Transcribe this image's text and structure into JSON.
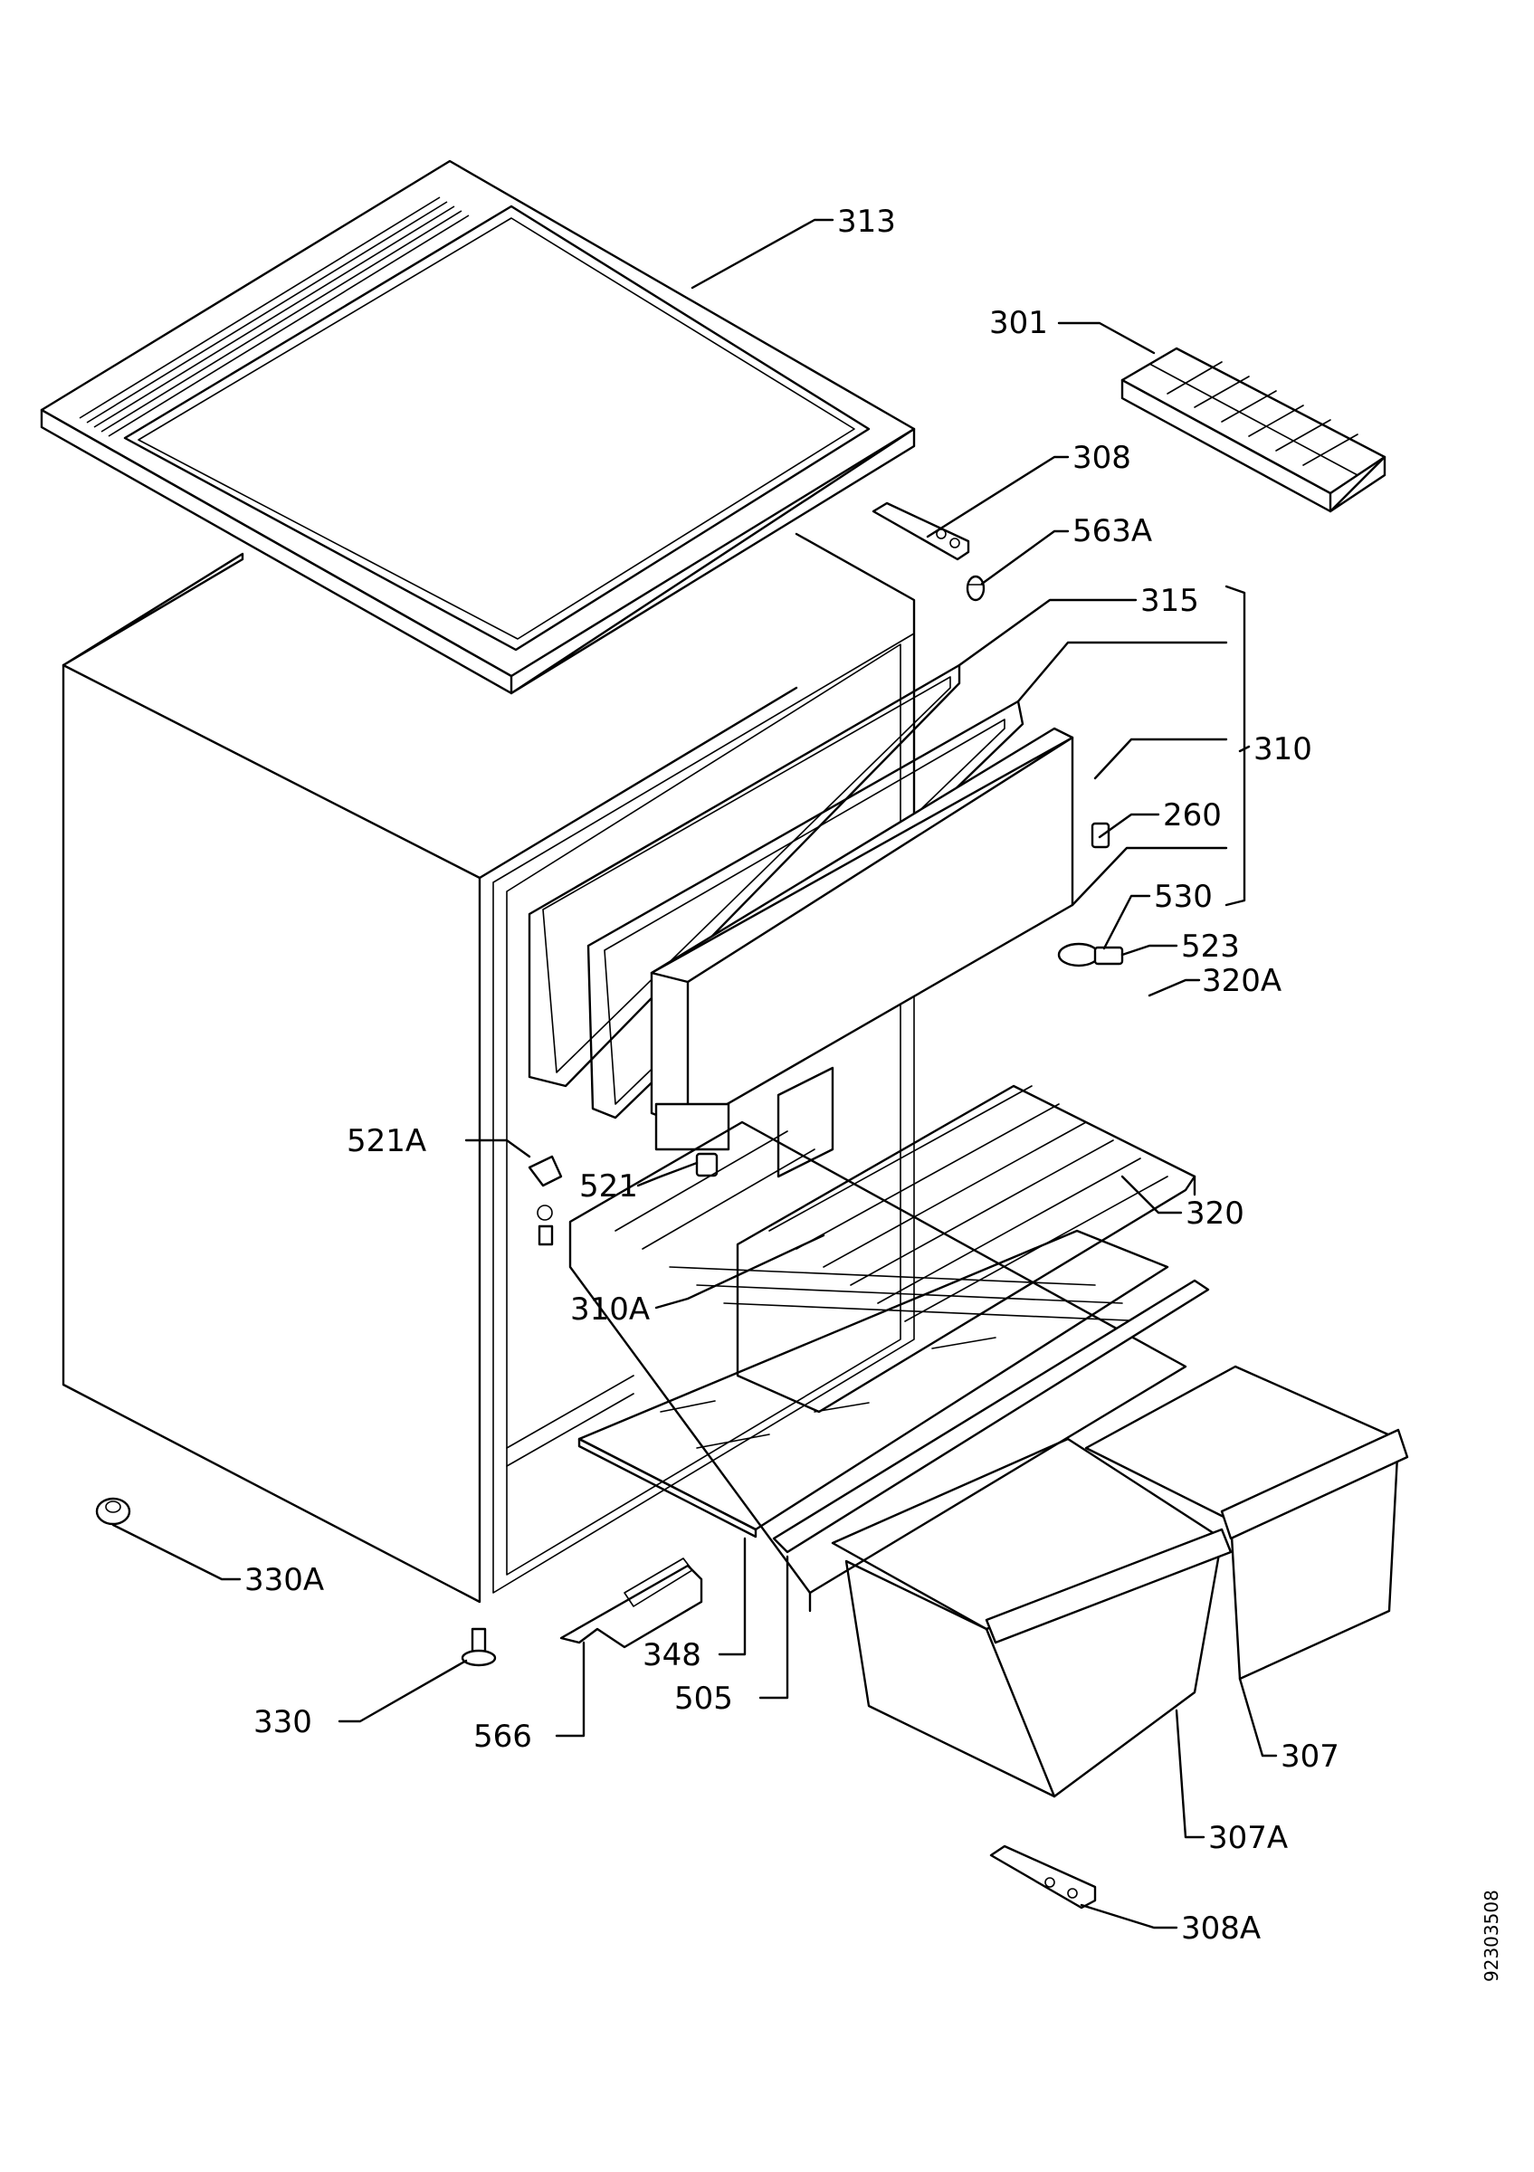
{
  "labels": {
    "p313": "313",
    "p301": "301",
    "p308": "308",
    "p563A": "563A",
    "p315": "315",
    "p310": "310",
    "p260": "260",
    "p530": "530",
    "p523": "523",
    "p320A": "320A",
    "p521A": "521A",
    "p521": "521",
    "p320": "320",
    "p310A": "310A",
    "p330A": "330A",
    "p348": "348",
    "p505": "505",
    "p307": "307",
    "p330": "330",
    "p566": "566",
    "p307A": "307A",
    "p308A": "308A"
  },
  "document_number": "92303508"
}
